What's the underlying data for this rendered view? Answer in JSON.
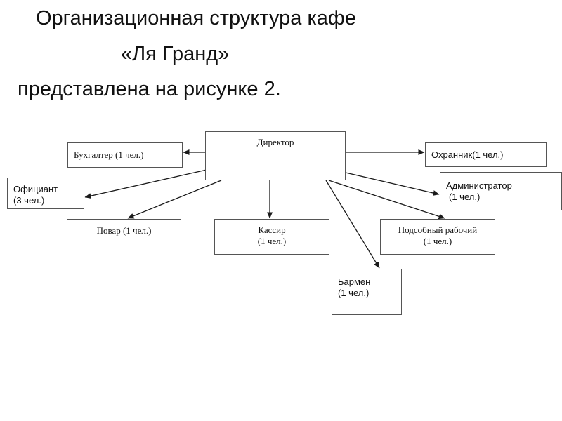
{
  "title": {
    "line1": "Организационная структура кафе",
    "line2": "«Ля Гранд»",
    "line3": "представлена на рисунке 2."
  },
  "nodes": {
    "director": {
      "lines": [
        "Директор"
      ]
    },
    "accountant": {
      "lines": [
        "Бухгалтер (1 чел.)"
      ]
    },
    "waiter": {
      "lines": [
        "Официант",
        "(3 чел.)"
      ]
    },
    "cook": {
      "lines": [
        "Повар (1 чел.)"
      ]
    },
    "cashier": {
      "lines": [
        "Кассир",
        "(1 чел.)"
      ]
    },
    "security": {
      "lines": [
        "Охранник(1 чел.)"
      ]
    },
    "admin": {
      "lines": [
        "Администратор",
        "(1 чел.)"
      ]
    },
    "helper": {
      "lines": [
        "Подсобный рабочий",
        "(1 чел.)"
      ]
    },
    "bartender": {
      "lines": [
        "Бармен",
        "(1 чел.)"
      ]
    }
  },
  "edges": [
    "accountant",
    "security",
    "waiter",
    "admin",
    "cook",
    "cashier",
    "helper",
    "bartender"
  ],
  "colors": {
    "line": "#1a1a1a",
    "border": "#555555"
  }
}
